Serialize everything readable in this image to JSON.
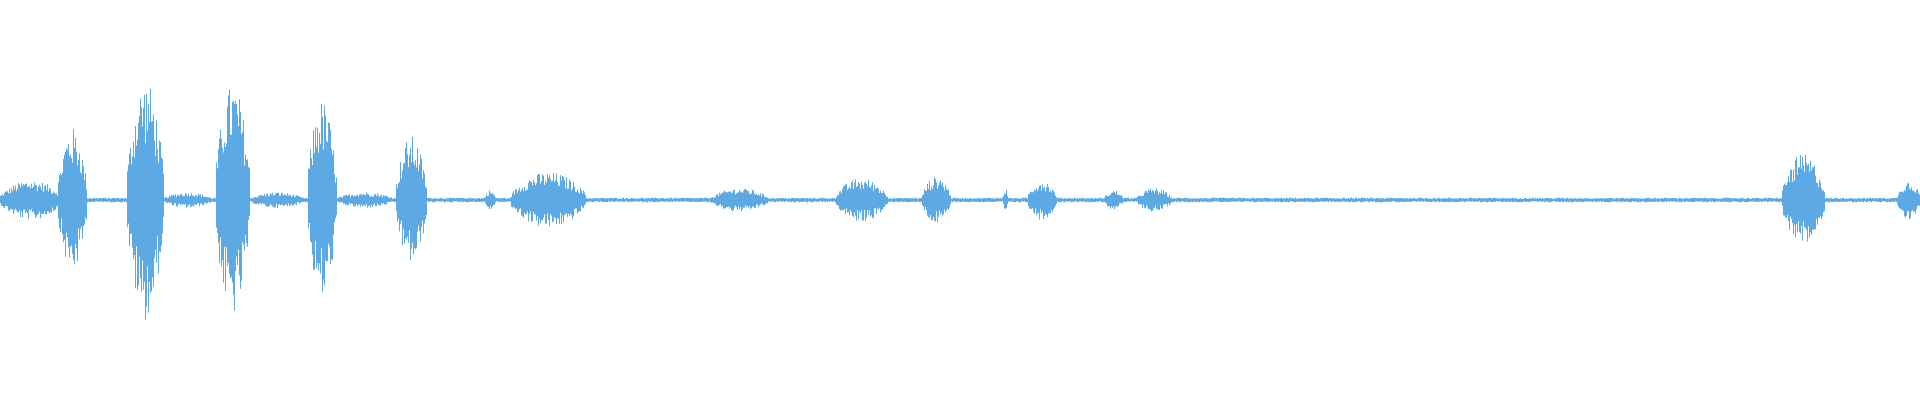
{
  "waveform": {
    "color": "#5DA9E3",
    "background": "#FFFFFF",
    "baseline_amplitude": 0.012,
    "segments": [
      {
        "start": 0.0,
        "end": 0.032,
        "peak": 0.1
      },
      {
        "start": 0.03,
        "end": 0.045,
        "peak": 0.36
      },
      {
        "start": 0.066,
        "end": 0.085,
        "peak": 0.6
      },
      {
        "start": 0.085,
        "end": 0.11,
        "peak": 0.04
      },
      {
        "start": 0.112,
        "end": 0.13,
        "peak": 0.58
      },
      {
        "start": 0.13,
        "end": 0.158,
        "peak": 0.04
      },
      {
        "start": 0.16,
        "end": 0.175,
        "peak": 0.5
      },
      {
        "start": 0.175,
        "end": 0.205,
        "peak": 0.04
      },
      {
        "start": 0.206,
        "end": 0.222,
        "peak": 0.32
      },
      {
        "start": 0.252,
        "end": 0.258,
        "peak": 0.05
      },
      {
        "start": 0.266,
        "end": 0.305,
        "peak": 0.14
      },
      {
        "start": 0.37,
        "end": 0.4,
        "peak": 0.06
      },
      {
        "start": 0.435,
        "end": 0.462,
        "peak": 0.11
      },
      {
        "start": 0.48,
        "end": 0.495,
        "peak": 0.12
      },
      {
        "start": 0.522,
        "end": 0.525,
        "peak": 0.06
      },
      {
        "start": 0.535,
        "end": 0.55,
        "peak": 0.1
      },
      {
        "start": 0.575,
        "end": 0.585,
        "peak": 0.05
      },
      {
        "start": 0.592,
        "end": 0.61,
        "peak": 0.06
      },
      {
        "start": 0.928,
        "end": 0.95,
        "peak": 0.23
      },
      {
        "start": 0.988,
        "end": 1.0,
        "peak": 0.1
      }
    ]
  }
}
